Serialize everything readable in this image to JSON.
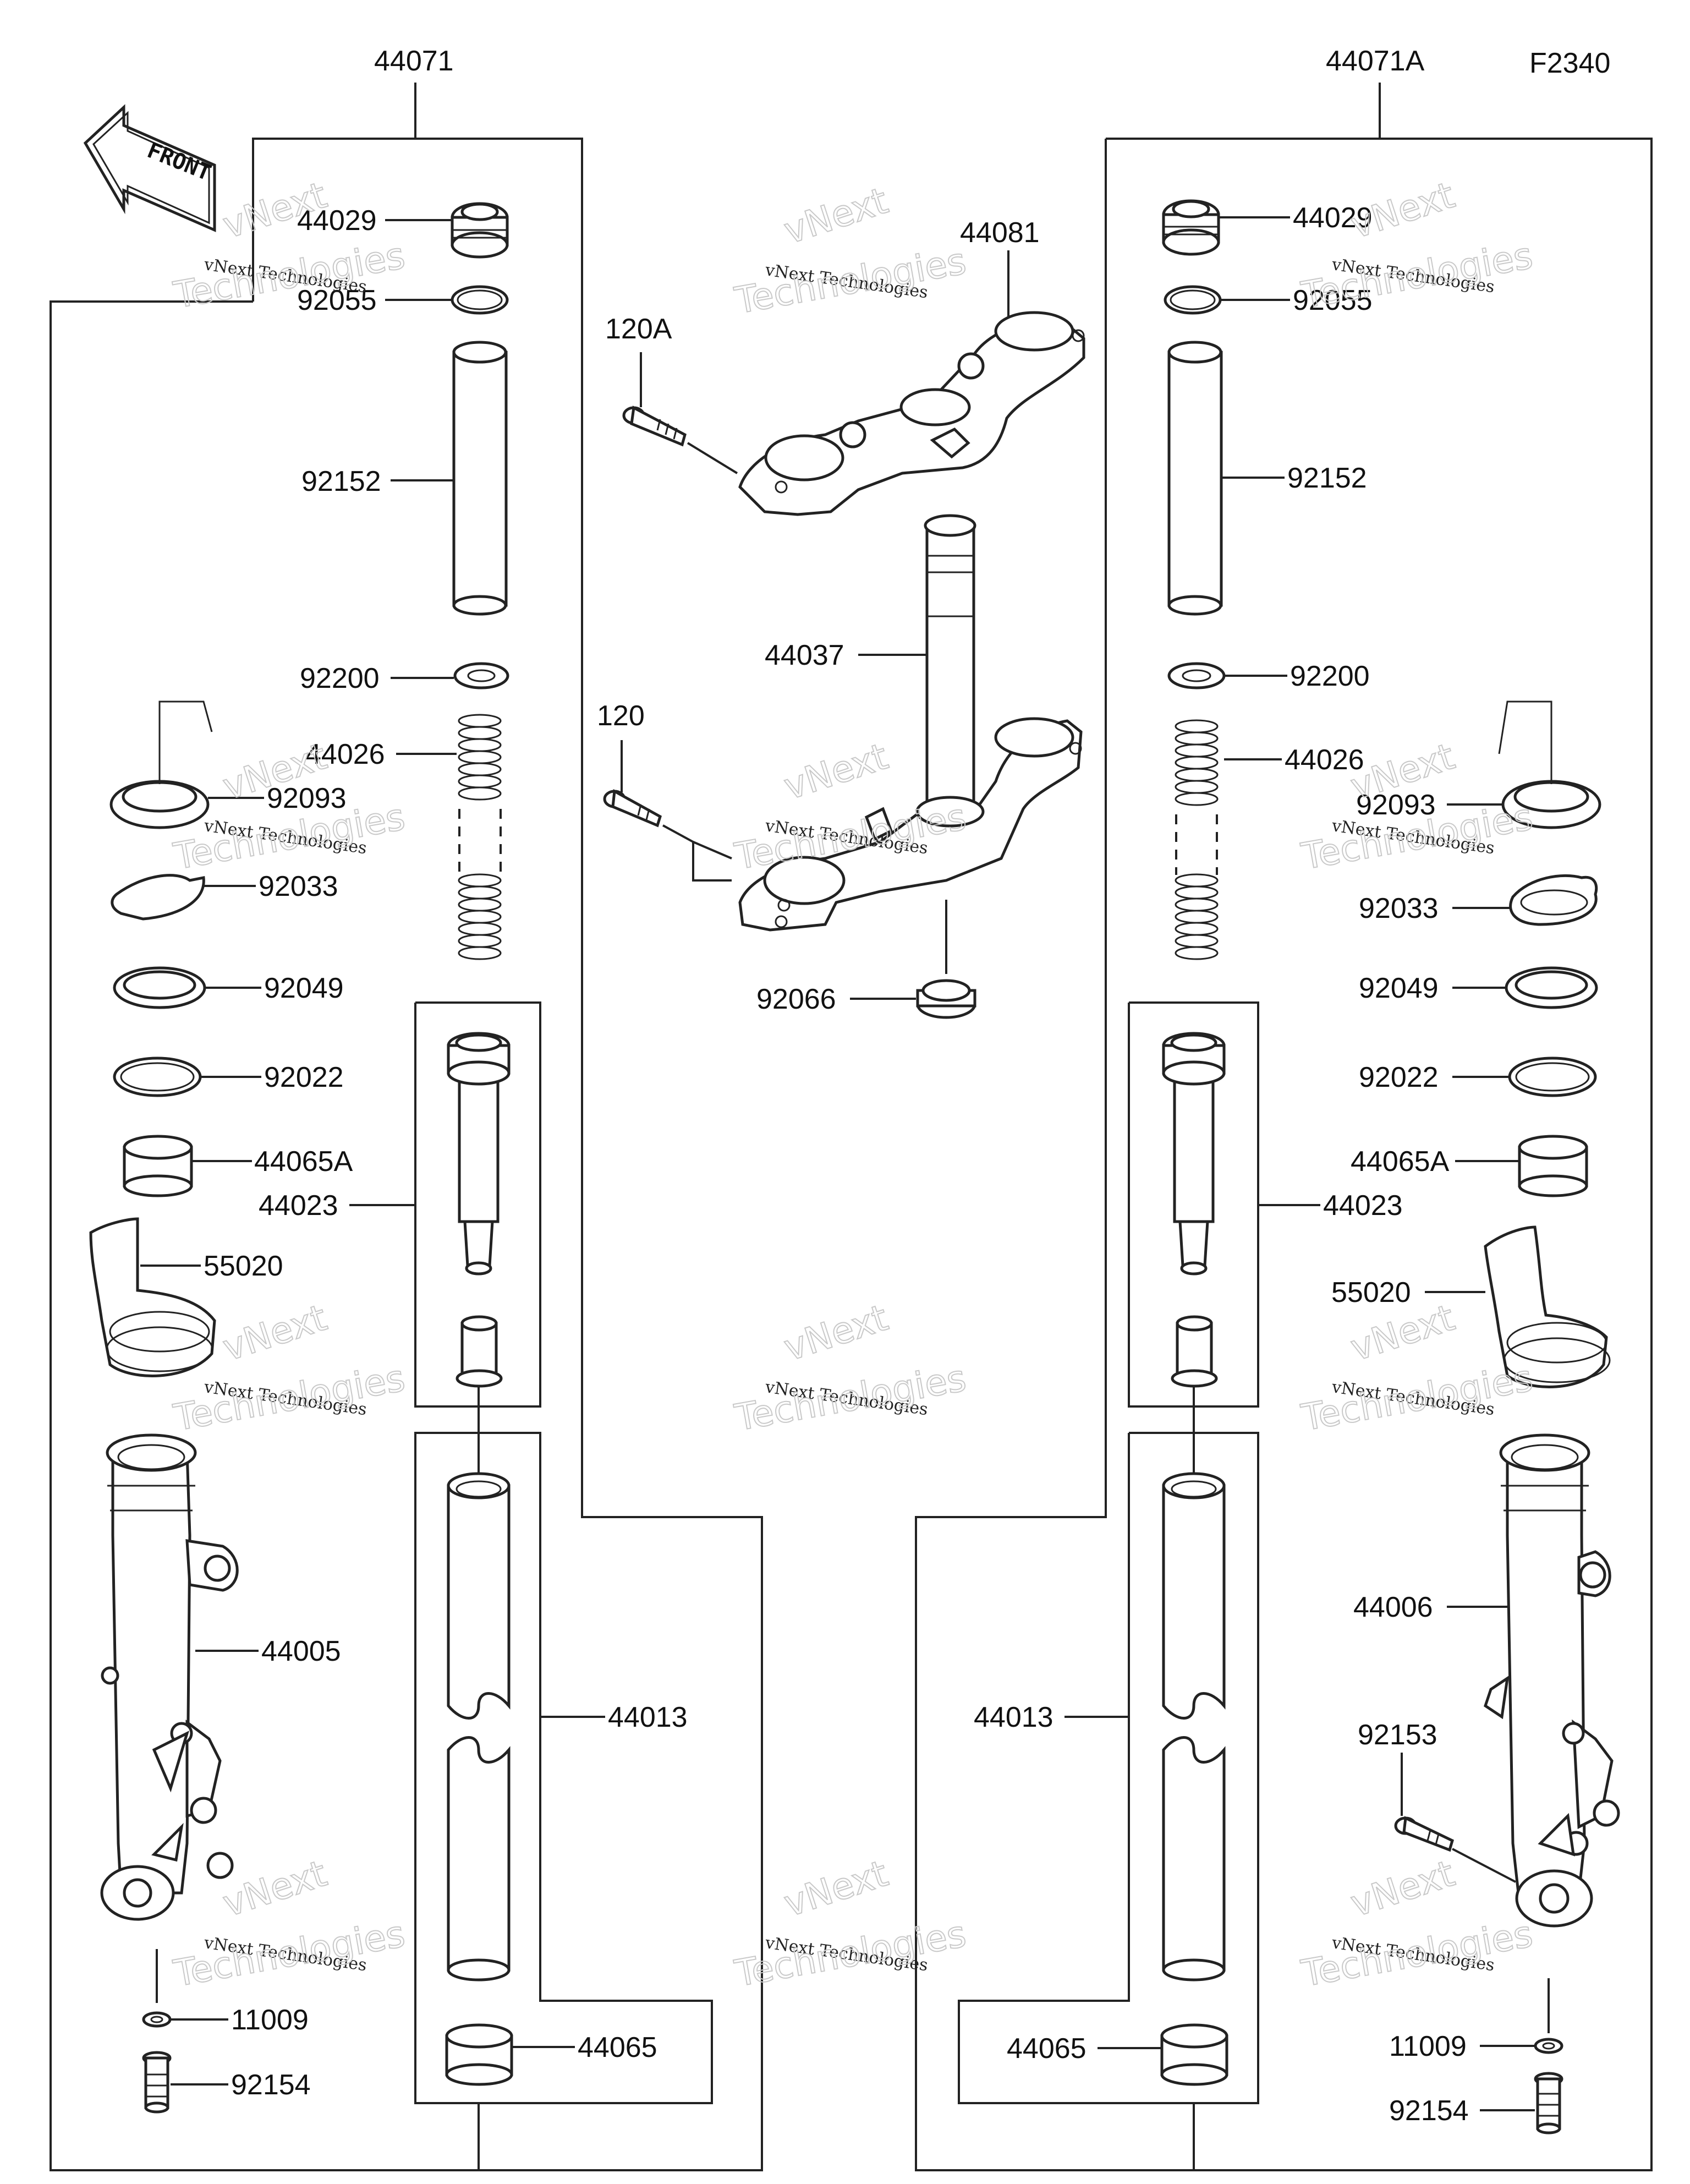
{
  "diagram_code": "F2340",
  "front_label": "FRONT",
  "assemblies": {
    "left": "44071",
    "right": "44071A"
  },
  "parts_left": {
    "cap_bolt": "44029",
    "o_ring": "92055",
    "pipe": "92152",
    "washer": "92200",
    "spring": "44026",
    "seal_cover": "92093",
    "stop_ring": "92033",
    "oil_seal": "92049",
    "washer_2": "92022",
    "bushing_a": "44065A",
    "cylinder_unit": "44023",
    "guard": "55020",
    "outer_tube": "44005",
    "gasket": "11009",
    "bolt": "92154",
    "inner_tube": "44013",
    "bushing": "44065"
  },
  "parts_right": {
    "cap_bolt": "44029",
    "o_ring": "92055",
    "pipe": "92152",
    "washer": "92200",
    "spring": "44026",
    "seal_cover": "92093",
    "stop_ring": "92033",
    "oil_seal": "92049",
    "washer_2": "92022",
    "bushing_a": "44065A",
    "cylinder_unit": "44023",
    "guard": "55020",
    "outer_tube": "44006",
    "axle_bolt": "92153",
    "inner_tube": "44013",
    "bushing": "44065",
    "gasket": "11009",
    "bolt": "92154"
  },
  "parts_center": {
    "upper_bracket": "44081",
    "bolt_a": "120A",
    "stem": "44037",
    "bolt": "120",
    "cap": "92066"
  },
  "watermark": {
    "line1": "vNext Technologies",
    "line2": "vNext",
    "line3": "Technologies"
  }
}
